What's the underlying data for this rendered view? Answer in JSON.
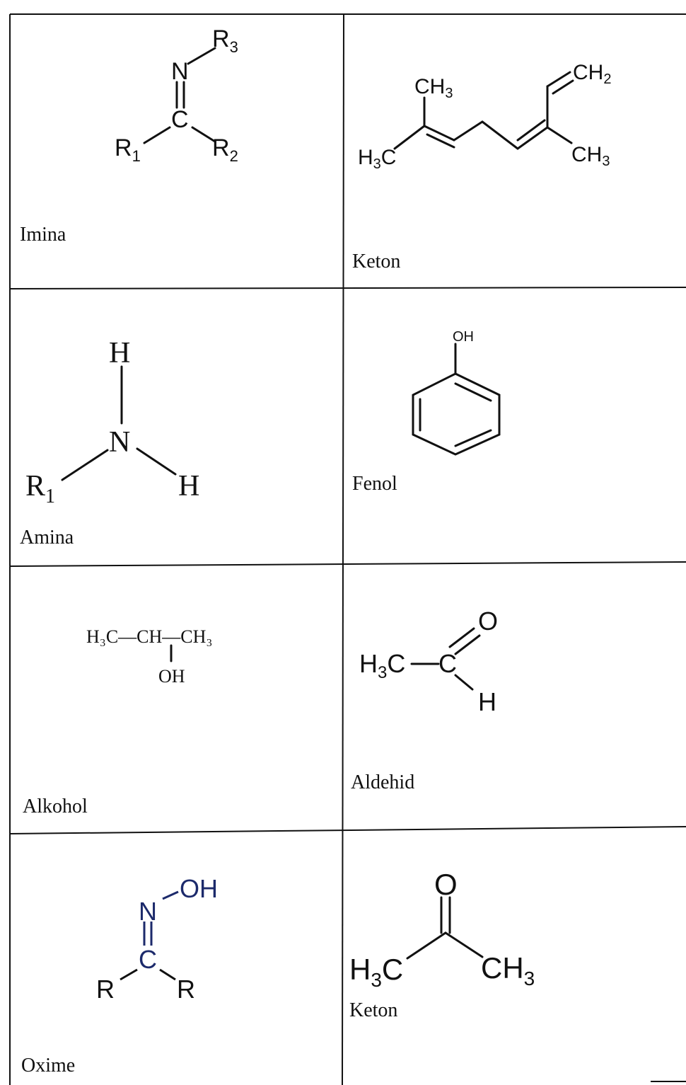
{
  "table": {
    "cells": [
      {
        "label": "Imina",
        "atoms": {
          "n": "N",
          "r3": "R",
          "r3_sub": "3",
          "c": "C",
          "r1": "R",
          "r1_sub": "1",
          "r2": "R",
          "r2_sub": "2"
        }
      },
      {
        "label": "Keton",
        "atoms": {
          "ch3_top": "CH",
          "ch3_top_sub": "3",
          "h3c": "H",
          "h3c_sub": "3",
          "h3c_c": "C",
          "ch2": "CH",
          "ch2_sub": "2",
          "ch3_right": "CH",
          "ch3_right_sub": "3"
        }
      },
      {
        "label": "Amina",
        "atoms": {
          "h_top": "H",
          "n": "N",
          "r1": "R",
          "r1_sub": "1",
          "h_right": "H"
        }
      },
      {
        "label": "Fenol",
        "atoms": {
          "oh": "OH"
        }
      },
      {
        "label": "Alkohol",
        "atoms": {
          "formula": "H₃C—CH—CH₃",
          "oh": "OH"
        }
      },
      {
        "label": "Aldehid",
        "atoms": {
          "h3c": "H",
          "h3c_sub": "3",
          "h3c_c": "C",
          "c": "C",
          "o": "O",
          "h": "H"
        }
      },
      {
        "label": "Oxime",
        "atoms": {
          "oh": "OH",
          "n": "N",
          "c": "C",
          "r_left": "R",
          "r_right": "R"
        }
      },
      {
        "label": "Keton",
        "atoms": {
          "o": "O",
          "h3c": "H",
          "h3c_sub": "3",
          "h3c_c": "C",
          "ch3": "CH",
          "ch3_sub": "3"
        }
      }
    ]
  },
  "colors": {
    "ink": "#111111",
    "oxime_ink": "#1c2a6b"
  }
}
